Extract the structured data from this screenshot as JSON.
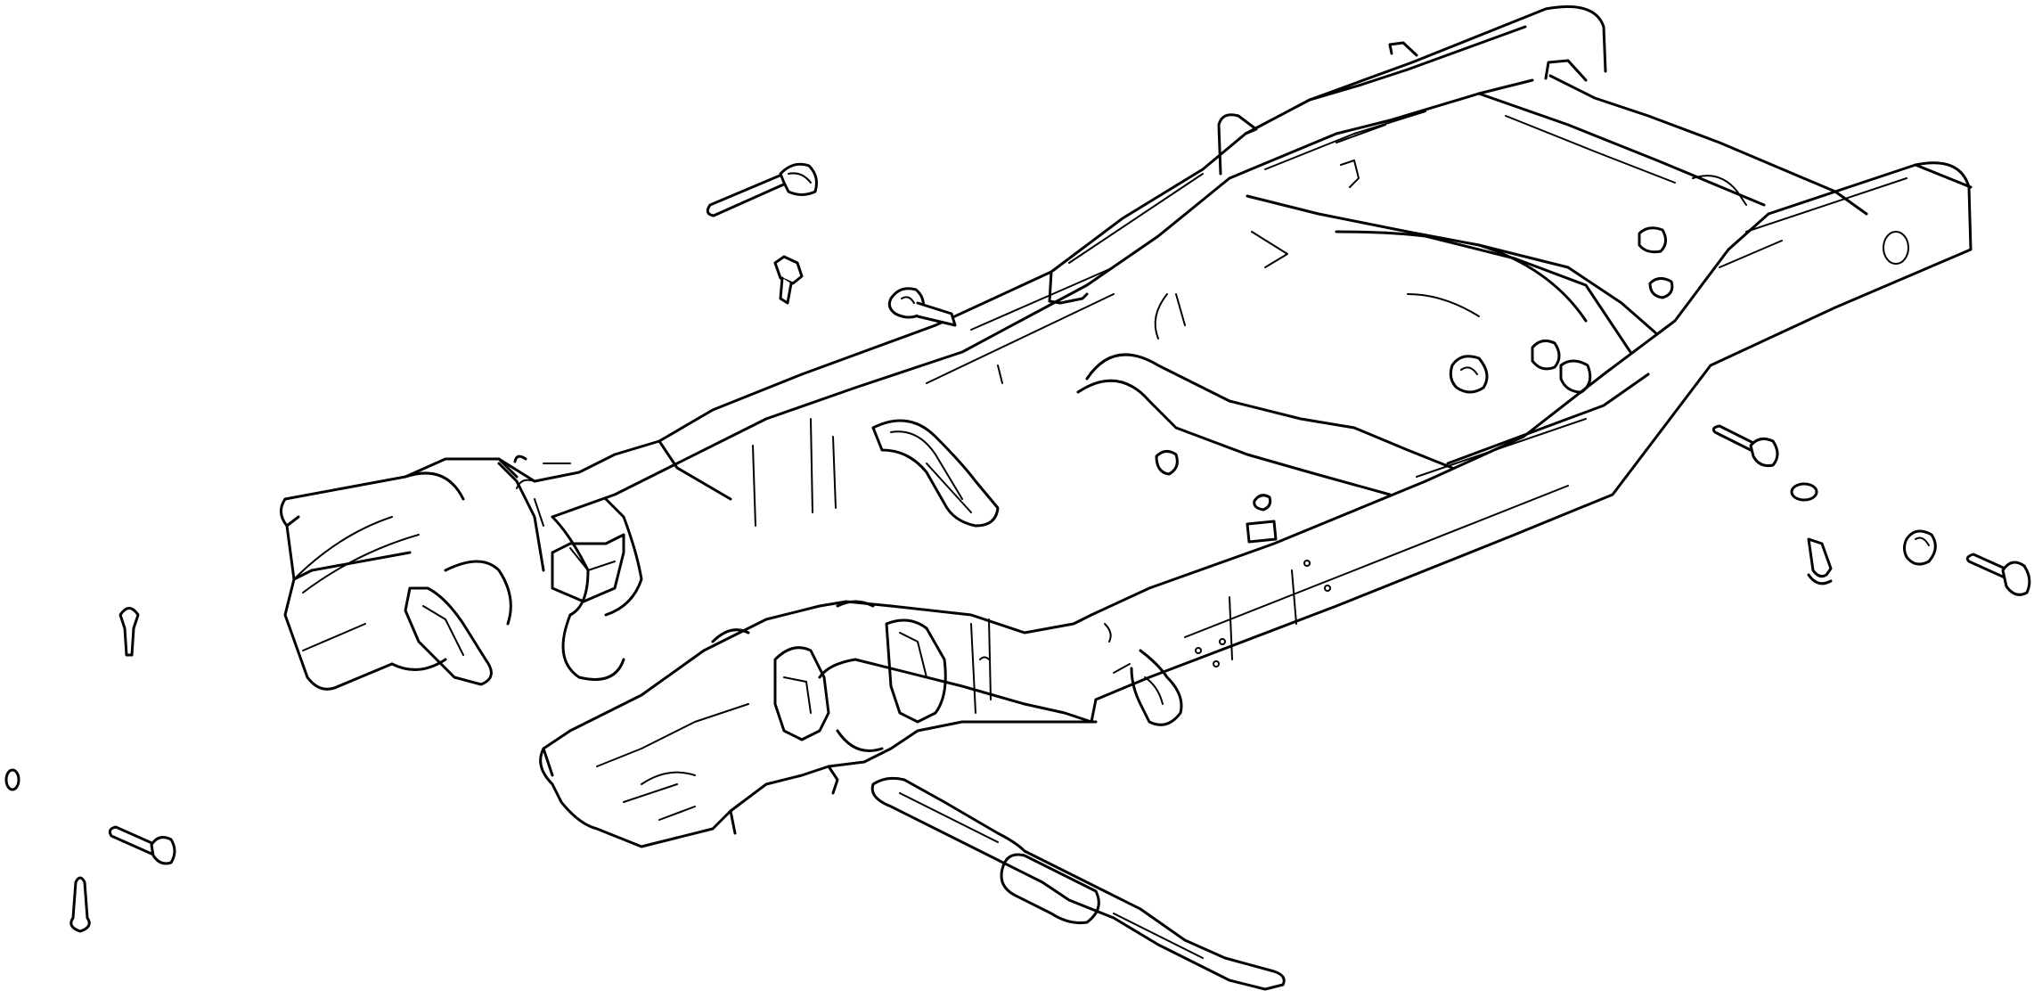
{
  "diagram": {
    "stroke_color": "#000000",
    "background_color": "#ffffff",
    "parts": [
      {
        "name": "frame-rail-right"
      },
      {
        "name": "frame-rail-left"
      },
      {
        "name": "front-crossmember"
      },
      {
        "name": "center-crossmember"
      },
      {
        "name": "rear-crossmember"
      },
      {
        "name": "transmission-support"
      },
      {
        "name": "front-suspension-bracket"
      },
      {
        "name": "spring-hanger"
      },
      {
        "name": "body-mount-bolt"
      },
      {
        "name": "body-mount-cushion"
      },
      {
        "name": "crossmember-bolt"
      },
      {
        "name": "rivet"
      }
    ]
  }
}
